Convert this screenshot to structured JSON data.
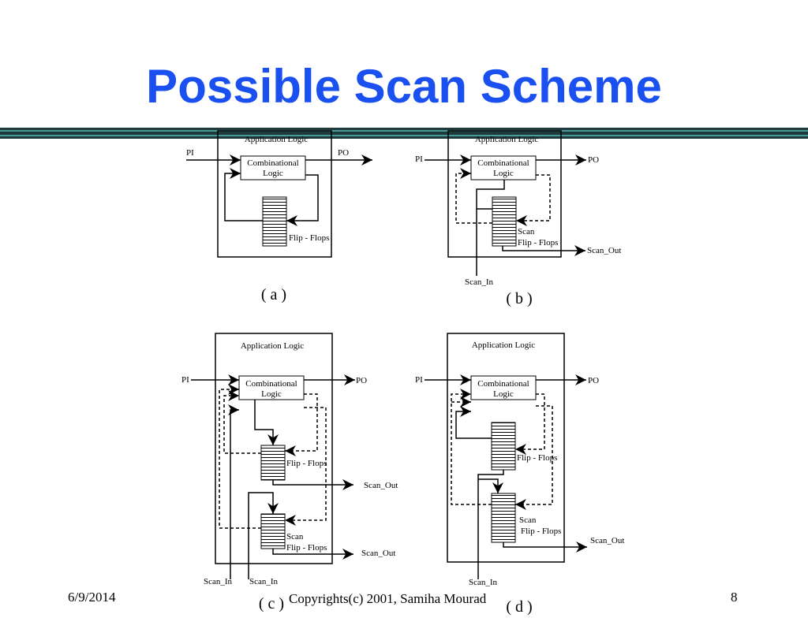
{
  "slide": {
    "title": "Possible Scan Scheme",
    "footer": {
      "date": "6/9/2014",
      "copyright": "Copyrights(c) 2001, Samiha Mourad",
      "page_number": "8"
    }
  },
  "labels": {
    "application_logic": "Application Logic",
    "combinational_line1": "Combinational",
    "combinational_line2": "Logic",
    "pi": "PI",
    "po": "PO",
    "flip_flops": "Flip - Flops",
    "scan": "Scan",
    "scan_in": "Scan_In",
    "scan_out": "Scan_Out"
  },
  "captions": {
    "a": "( a )",
    "b": "( b )",
    "c": "( c )",
    "d": "( d )"
  },
  "colors": {
    "title": "#1a4ff0",
    "rule_dark": "#1e3a3a",
    "rule_light": "#4a9a9a"
  }
}
